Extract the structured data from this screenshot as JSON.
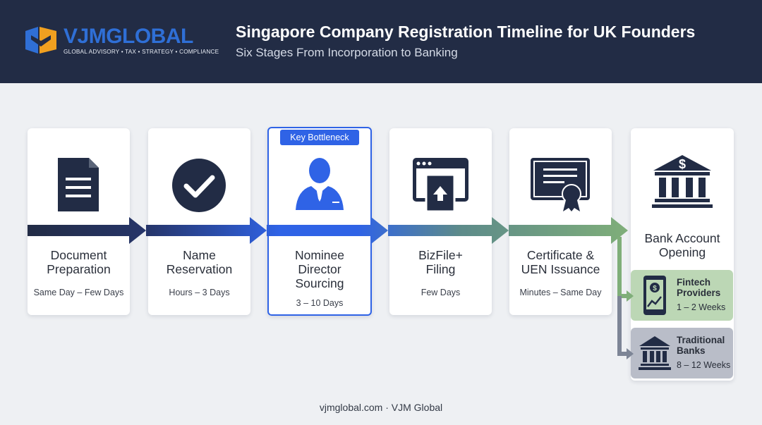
{
  "header": {
    "logo_vjm": "VJM",
    "logo_global": "GLOBAL",
    "logo_tagline": "GLOBAL ADVISORY • TAX • STRATEGY • COMPLIANCE",
    "title": "Singapore Company Registration Timeline for UK Founders",
    "subtitle": "Six Stages From Incorporation to Banking"
  },
  "colors": {
    "header_bg": "#222c45",
    "accent_blue": "#2f63e6",
    "navy": "#222c45",
    "green": "#7fae79",
    "grey": "#7d8596"
  },
  "stages": [
    {
      "name_line1": "Document",
      "name_line2": "Preparation",
      "duration": "Same Day – Few Days",
      "icon": "document-icon"
    },
    {
      "name_line1": "Name",
      "name_line2": "Reservation",
      "duration": "Hours – 3 Days",
      "icon": "checkmark-icon"
    },
    {
      "name_line1": "Nominee",
      "name_line2": "Director",
      "name_line3": "Sourcing",
      "duration": "3 – 10 Days",
      "icon": "person-icon",
      "badge": "Key Bottleneck"
    },
    {
      "name_line1": "BizFile+",
      "name_line2": "Filing",
      "duration": "Few Days",
      "icon": "browser-upload-icon"
    },
    {
      "name_line1": "Certificate &",
      "name_line2": "UEN Issuance",
      "duration": "Minutes – Same Day",
      "icon": "certificate-icon"
    }
  ],
  "bank": {
    "title_line1": "Bank Account",
    "title_line2": "Opening",
    "icon": "bank-dollar-icon",
    "fintech": {
      "line1": "Fintech",
      "line2": "Providers",
      "duration": "1 – 2 Weeks",
      "icon": "phone-dollar-icon"
    },
    "traditional": {
      "line1": "Traditional",
      "line2": "Banks",
      "duration": "8 – 12 Weeks",
      "icon": "bank-building-icon"
    }
  },
  "footer": "vjmglobal.com · VJM Global"
}
